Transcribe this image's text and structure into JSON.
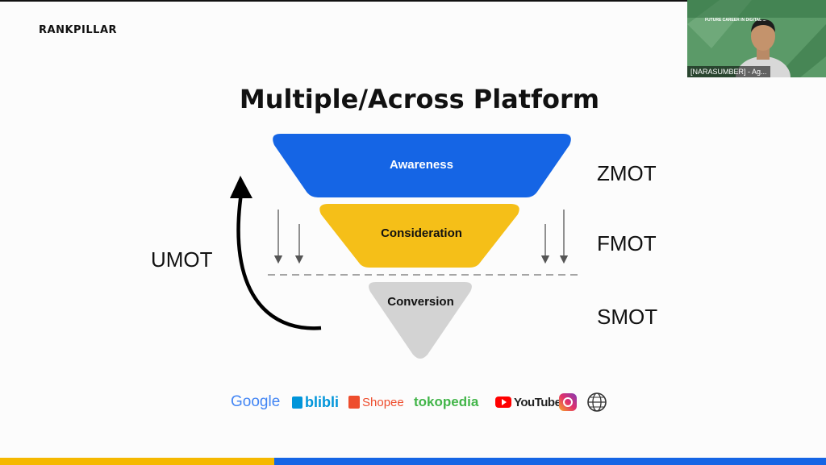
{
  "slide": {
    "logo": "RANKPILLAR",
    "title": "Multiple/Across Platform"
  },
  "funnel": {
    "stages": [
      {
        "label": "Awareness",
        "color": "#1565e5"
      },
      {
        "label": "Consideration",
        "color": "#f5bf18"
      },
      {
        "label": "Conversion",
        "color": "#d3d3d3"
      }
    ],
    "moments": [
      "ZMOT",
      "FMOT",
      "SMOT"
    ],
    "loop_label": "UMOT"
  },
  "platforms": [
    "Google",
    "blibli",
    "Shopee",
    "tokopedia",
    "YouTube",
    "instagram-icon",
    "globe-icon"
  ],
  "webcam": {
    "participant_label": "[NARASUMBER] - Ag...",
    "banner_text": "FUTURE CAREER IN DIGITAL ... "
  },
  "colors": {
    "yellow_bar": "#f5b800",
    "blue_bar": "#1565e5"
  }
}
